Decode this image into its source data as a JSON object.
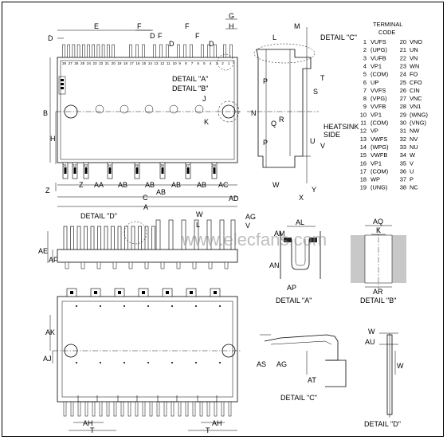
{
  "terminal_table": {
    "title_line1": "TERMINAL",
    "title_line2": "CODE",
    "rows": [
      [
        "1",
        "VUFS",
        "20",
        "VNO"
      ],
      [
        "2",
        "(UPG)",
        "21",
        "UN"
      ],
      [
        "3",
        "VUFB",
        "22",
        "VN"
      ],
      [
        "4",
        "VP1",
        "23",
        "WN"
      ],
      [
        "5",
        "(COM)",
        "24",
        "FO"
      ],
      [
        "6",
        "UP",
        "25",
        "CFO"
      ],
      [
        "7",
        "VVFS",
        "26",
        "CIN"
      ],
      [
        "8",
        "(VPG)",
        "27",
        "VNC"
      ],
      [
        "9",
        "VVFB",
        "28",
        "VN1"
      ],
      [
        "10",
        "VP1",
        "29",
        "(WNG)"
      ],
      [
        "11",
        "(COM)",
        "30",
        "(VNG)"
      ],
      [
        "12",
        "VP",
        "31",
        "NW"
      ],
      [
        "13",
        "VWFS",
        "32",
        "NV"
      ],
      [
        "14",
        "(WPG)",
        "33",
        "NU"
      ],
      [
        "15",
        "VWFB",
        "34",
        "W"
      ],
      [
        "16",
        "VP1",
        "35",
        "V"
      ],
      [
        "17",
        "(COM)",
        "36",
        "U"
      ],
      [
        "18",
        "WP",
        "37",
        "P"
      ],
      [
        "19",
        "(UNG)",
        "38",
        "NC"
      ]
    ]
  },
  "dims": {
    "top": [
      "D",
      "E",
      "F",
      "F",
      "G",
      "D",
      "F",
      "D",
      "F",
      "D",
      "H"
    ],
    "detail_a": "DETAIL \"A\"",
    "detail_b": "DETAIL \"B\"",
    "detail_c": "DETAIL \"C\"",
    "detail_d": "DETAIL \"D\"",
    "left": [
      "B",
      "H",
      "Z"
    ],
    "mid": [
      "J",
      "K"
    ],
    "bottom_row": [
      "Z",
      "AA",
      "AB",
      "AB",
      "AB",
      "AB",
      "AB",
      "AC"
    ],
    "c": "C",
    "a": "A",
    "ad": "AD",
    "side": [
      "L",
      "M",
      "N",
      "P",
      "Q",
      "R",
      "P",
      "S",
      "T",
      "U",
      "V",
      "W",
      "X",
      "Y"
    ],
    "heatsink_line1": "HEATSINK",
    "heatsink_line2": "SIDE",
    "front": [
      "W",
      "L",
      "V",
      "AG",
      "AE",
      "AF"
    ],
    "da": [
      "AL",
      "AM",
      "AN",
      "AP"
    ],
    "db": [
      "AQ",
      "K",
      "AR"
    ],
    "bottom_view": [
      "AK",
      "AJ",
      "AH",
      "T",
      "AH",
      "T"
    ],
    "dc": [
      "AS",
      "AG",
      "AT"
    ],
    "dd": [
      "W",
      "AU",
      "W"
    ]
  },
  "top_pin_numbers": [
    "28",
    "27",
    "26",
    "25",
    "24",
    "23",
    "22",
    "21",
    "20",
    "19",
    "18",
    "17",
    "16",
    "15",
    "14",
    "13",
    "12",
    "11",
    "10",
    "9",
    "8",
    "7",
    "6",
    "5",
    "4",
    "3",
    "2",
    "1"
  ],
  "bottom_pin_numbers": [
    "31",
    "32",
    "33",
    "34",
    "35",
    "36",
    "37",
    "38"
  ],
  "watermark": "www.elecfans.com"
}
